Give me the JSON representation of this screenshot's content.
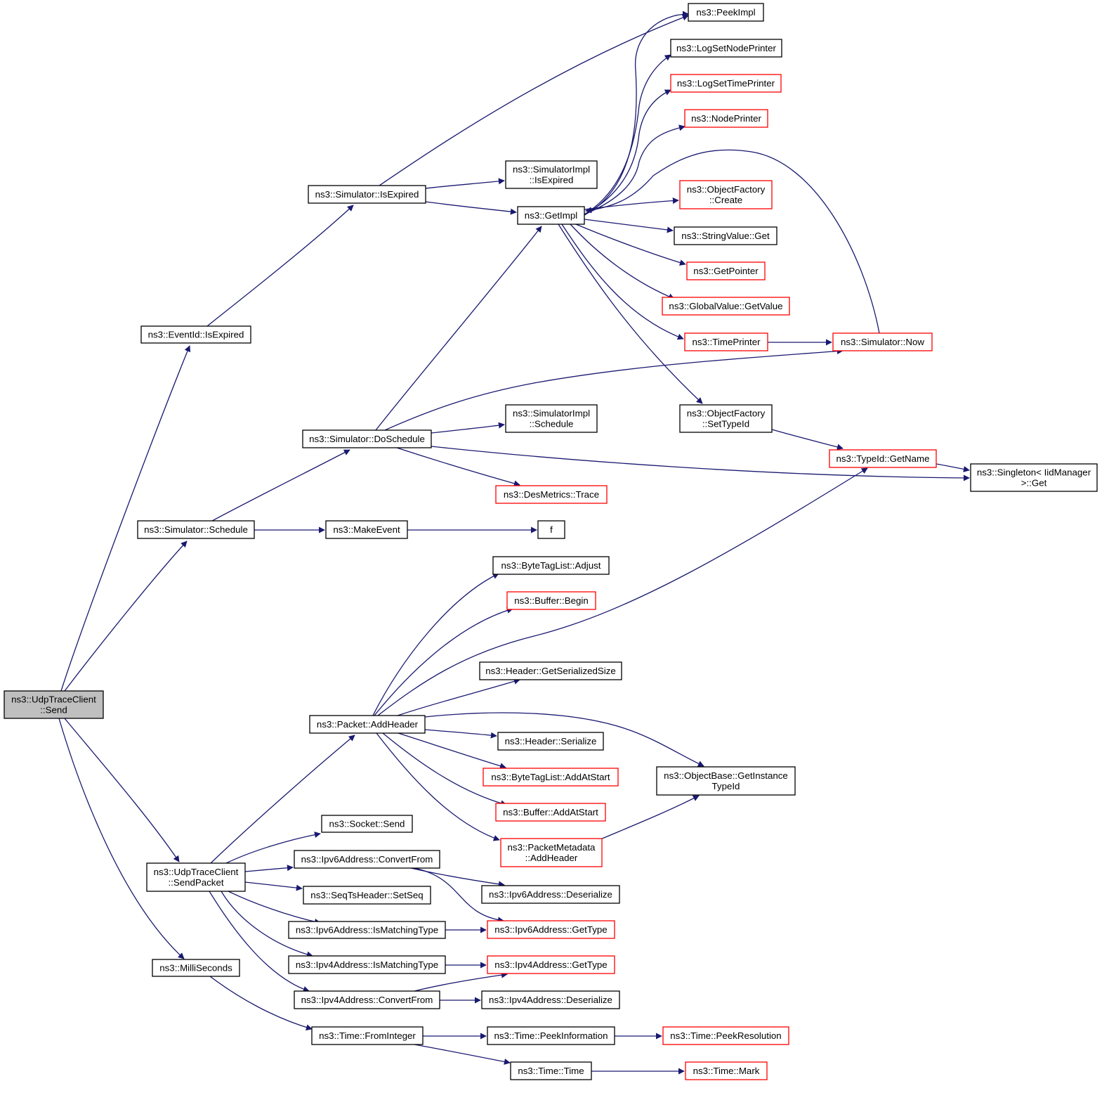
{
  "graph": {
    "edge_color": "#191970",
    "truncated_border_color": "#ff0000",
    "start_node_fill": "#bfbfbf",
    "nodes": [
      {
        "id": "send",
        "lines": [
          "ns3::UdpTraceClient",
          "::Send"
        ],
        "style": "start"
      },
      {
        "id": "eventid_isexpired",
        "lines": [
          "ns3::EventId::IsExpired"
        ]
      },
      {
        "id": "sim_schedule",
        "lines": [
          "ns3::Simulator::Schedule"
        ]
      },
      {
        "id": "sendpacket",
        "lines": [
          "ns3::UdpTraceClient",
          "::SendPacket"
        ]
      },
      {
        "id": "milliseconds",
        "lines": [
          "ns3::MilliSeconds"
        ]
      },
      {
        "id": "sim_isexpired",
        "lines": [
          "ns3::Simulator::IsExpired"
        ]
      },
      {
        "id": "sim_doschedule",
        "lines": [
          "ns3::Simulator::DoSchedule"
        ]
      },
      {
        "id": "makeevent",
        "lines": [
          "ns3::MakeEvent"
        ]
      },
      {
        "id": "packet_addheader",
        "lines": [
          "ns3::Packet::AddHeader"
        ]
      },
      {
        "id": "socket_send",
        "lines": [
          "ns3::Socket::Send"
        ]
      },
      {
        "id": "ipv6_convertfrom",
        "lines": [
          "ns3::Ipv6Address::ConvertFrom"
        ]
      },
      {
        "id": "seqts_setseq",
        "lines": [
          "ns3::SeqTsHeader::SetSeq"
        ]
      },
      {
        "id": "ipv6_ismatching",
        "lines": [
          "ns3::Ipv6Address::IsMatchingType"
        ]
      },
      {
        "id": "ipv4_ismatching",
        "lines": [
          "ns3::Ipv4Address::IsMatchingType"
        ]
      },
      {
        "id": "ipv4_convertfrom",
        "lines": [
          "ns3::Ipv4Address::ConvertFrom"
        ]
      },
      {
        "id": "time_frominteger",
        "lines": [
          "ns3::Time::FromInteger"
        ]
      },
      {
        "id": "simimpl_isexpired",
        "lines": [
          "ns3::SimulatorImpl",
          "::IsExpired"
        ]
      },
      {
        "id": "getimpl",
        "lines": [
          "ns3::GetImpl"
        ]
      },
      {
        "id": "simimpl_schedule",
        "lines": [
          "ns3::SimulatorImpl",
          "::Schedule"
        ]
      },
      {
        "id": "desmetrics_trace",
        "lines": [
          "ns3::DesMetrics::Trace"
        ],
        "style": "trunc"
      },
      {
        "id": "f",
        "lines": [
          "f"
        ]
      },
      {
        "id": "bytetaglist_adjust",
        "lines": [
          "ns3::ByteTagList::Adjust"
        ]
      },
      {
        "id": "buffer_begin",
        "lines": [
          "ns3::Buffer::Begin"
        ],
        "style": "trunc"
      },
      {
        "id": "header_getserializedsize",
        "lines": [
          "ns3::Header::GetSerializedSize"
        ]
      },
      {
        "id": "header_serialize",
        "lines": [
          "ns3::Header::Serialize"
        ]
      },
      {
        "id": "bytetaglist_addatstart",
        "lines": [
          "ns3::ByteTagList::AddAtStart"
        ],
        "style": "trunc"
      },
      {
        "id": "buffer_addatstart",
        "lines": [
          "ns3::Buffer::AddAtStart"
        ],
        "style": "trunc"
      },
      {
        "id": "packetmetadata_addheader",
        "lines": [
          "ns3::PacketMetadata",
          "::AddHeader"
        ],
        "style": "trunc"
      },
      {
        "id": "ipv6_deserialize",
        "lines": [
          "ns3::Ipv6Address::Deserialize"
        ]
      },
      {
        "id": "ipv6_gettype",
        "lines": [
          "ns3::Ipv6Address::GetType"
        ],
        "style": "trunc"
      },
      {
        "id": "ipv4_gettype",
        "lines": [
          "ns3::Ipv4Address::GetType"
        ],
        "style": "trunc"
      },
      {
        "id": "ipv4_deserialize",
        "lines": [
          "ns3::Ipv4Address::Deserialize"
        ]
      },
      {
        "id": "time_peekinformation",
        "lines": [
          "ns3::Time::PeekInformation"
        ]
      },
      {
        "id": "time_time",
        "lines": [
          "ns3::Time::Time"
        ]
      },
      {
        "id": "peekimpl",
        "lines": [
          "ns3::PeekImpl"
        ]
      },
      {
        "id": "logsetnodeprinter",
        "lines": [
          "ns3::LogSetNodePrinter"
        ]
      },
      {
        "id": "logsettimeprinter",
        "lines": [
          "ns3::LogSetTimePrinter"
        ],
        "style": "trunc"
      },
      {
        "id": "nodeprinter",
        "lines": [
          "ns3::NodePrinter"
        ],
        "style": "trunc"
      },
      {
        "id": "objfactory_create",
        "lines": [
          "ns3::ObjectFactory",
          "::Create"
        ],
        "style": "trunc"
      },
      {
        "id": "stringvalue_get",
        "lines": [
          "ns3::StringValue::Get"
        ]
      },
      {
        "id": "getpointer",
        "lines": [
          "ns3::GetPointer"
        ],
        "style": "trunc"
      },
      {
        "id": "globalvalue_getvalue",
        "lines": [
          "ns3::GlobalValue::GetValue"
        ],
        "style": "trunc"
      },
      {
        "id": "timeprinter",
        "lines": [
          "ns3::TimePrinter"
        ],
        "style": "trunc"
      },
      {
        "id": "objfactory_settypeid",
        "lines": [
          "ns3::ObjectFactory",
          "::SetTypeId"
        ]
      },
      {
        "id": "objectbase_getinstancetypeid",
        "lines": [
          "ns3::ObjectBase::GetInstance",
          "TypeId"
        ]
      },
      {
        "id": "time_peekresolution",
        "lines": [
          "ns3::Time::PeekResolution"
        ],
        "style": "trunc"
      },
      {
        "id": "time_mark",
        "lines": [
          "ns3::Time::Mark"
        ],
        "style": "trunc"
      },
      {
        "id": "simulator_now",
        "lines": [
          "ns3::Simulator::Now"
        ],
        "style": "trunc"
      },
      {
        "id": "typeid_getname",
        "lines": [
          "ns3::TypeId::GetName"
        ],
        "style": "trunc"
      },
      {
        "id": "singleton_get",
        "lines": [
          "ns3::Singleton< IidManager",
          " >::Get"
        ]
      }
    ],
    "edges": [
      [
        "send",
        "eventid_isexpired"
      ],
      [
        "send",
        "sim_schedule"
      ],
      [
        "send",
        "sendpacket"
      ],
      [
        "send",
        "milliseconds"
      ],
      [
        "eventid_isexpired",
        "sim_isexpired"
      ],
      [
        "sim_isexpired",
        "peekimpl"
      ],
      [
        "sim_isexpired",
        "simimpl_isexpired"
      ],
      [
        "sim_isexpired",
        "getimpl"
      ],
      [
        "sim_schedule",
        "sim_doschedule"
      ],
      [
        "sim_schedule",
        "makeevent"
      ],
      [
        "makeevent",
        "f"
      ],
      [
        "sim_doschedule",
        "getimpl"
      ],
      [
        "sim_doschedule",
        "simulator_now"
      ],
      [
        "sim_doschedule",
        "simimpl_schedule"
      ],
      [
        "sim_doschedule",
        "singleton_get"
      ],
      [
        "sim_doschedule",
        "desmetrics_trace"
      ],
      [
        "getimpl",
        "peekimpl"
      ],
      [
        "getimpl",
        "logsetnodeprinter"
      ],
      [
        "getimpl",
        "logsettimeprinter"
      ],
      [
        "getimpl",
        "nodeprinter"
      ],
      [
        "getimpl",
        "objfactory_create"
      ],
      [
        "getimpl",
        "stringvalue_get"
      ],
      [
        "getimpl",
        "getpointer"
      ],
      [
        "getimpl",
        "globalvalue_getvalue"
      ],
      [
        "getimpl",
        "timeprinter"
      ],
      [
        "getimpl",
        "objfactory_settypeid"
      ],
      [
        "simulator_now",
        "getimpl"
      ],
      [
        "timeprinter",
        "simulator_now"
      ],
      [
        "objfactory_settypeid",
        "typeid_getname"
      ],
      [
        "typeid_getname",
        "singleton_get"
      ],
      [
        "sendpacket",
        "packet_addheader"
      ],
      [
        "sendpacket",
        "socket_send"
      ],
      [
        "sendpacket",
        "ipv6_convertfrom"
      ],
      [
        "sendpacket",
        "seqts_setseq"
      ],
      [
        "sendpacket",
        "ipv6_ismatching"
      ],
      [
        "sendpacket",
        "ipv4_ismatching"
      ],
      [
        "sendpacket",
        "ipv4_convertfrom"
      ],
      [
        "packet_addheader",
        "bytetaglist_adjust"
      ],
      [
        "packet_addheader",
        "buffer_begin"
      ],
      [
        "packet_addheader",
        "typeid_getname"
      ],
      [
        "packet_addheader",
        "header_getserializedsize"
      ],
      [
        "packet_addheader",
        "objectbase_getinstancetypeid"
      ],
      [
        "packet_addheader",
        "header_serialize"
      ],
      [
        "packet_addheader",
        "bytetaglist_addatstart"
      ],
      [
        "packet_addheader",
        "buffer_addatstart"
      ],
      [
        "packet_addheader",
        "packetmetadata_addheader"
      ],
      [
        "packetmetadata_addheader",
        "objectbase_getinstancetypeid"
      ],
      [
        "ipv6_convertfrom",
        "ipv6_deserialize"
      ],
      [
        "ipv6_convertfrom",
        "ipv6_gettype"
      ],
      [
        "ipv6_ismatching",
        "ipv6_gettype"
      ],
      [
        "ipv4_ismatching",
        "ipv4_gettype"
      ],
      [
        "ipv4_convertfrom",
        "ipv4_gettype"
      ],
      [
        "ipv4_convertfrom",
        "ipv4_deserialize"
      ],
      [
        "milliseconds",
        "time_frominteger"
      ],
      [
        "time_frominteger",
        "time_peekinformation"
      ],
      [
        "time_frominteger",
        "time_time"
      ],
      [
        "time_peekinformation",
        "time_peekresolution"
      ],
      [
        "time_time",
        "time_mark"
      ]
    ]
  }
}
